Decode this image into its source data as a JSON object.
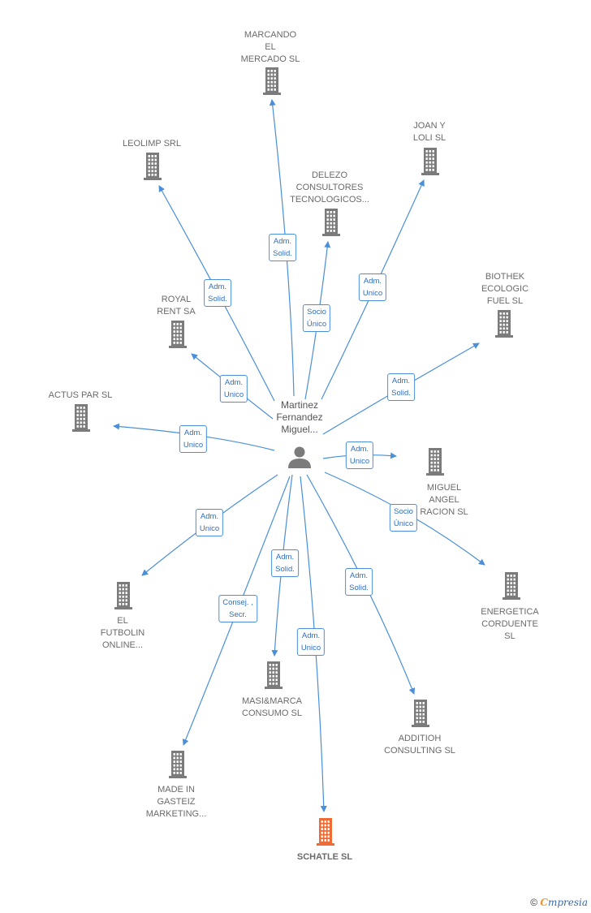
{
  "colors": {
    "edge": "#4a8fd8",
    "building": "#7b7b7b",
    "building_highlight": "#f06a35",
    "person": "#7b7b7b"
  },
  "center": {
    "label": "Martinez\nFernandez\nMiguel..."
  },
  "nodes": [
    {
      "id": "marcando",
      "label": "MARCANDO\nEL\nMERCADO  SL",
      "highlight": false
    },
    {
      "id": "leolimp",
      "label": "LEOLIMP SRL",
      "highlight": false
    },
    {
      "id": "delezo",
      "label": "DELEZO\nCONSULTORES\nTECNOLOGICOS...",
      "highlight": false
    },
    {
      "id": "joan",
      "label": "JOAN Y\nLOLI SL",
      "highlight": false
    },
    {
      "id": "biothek",
      "label": "BIOTHEK\nECOLOGIC\nFUEL SL",
      "highlight": false
    },
    {
      "id": "royal",
      "label": "ROYAL\nRENT SA",
      "highlight": false
    },
    {
      "id": "actus",
      "label": "ACTUS PAR SL",
      "highlight": false
    },
    {
      "id": "miguel",
      "label": "MIGUEL\nANGEL\nRACION SL",
      "highlight": false
    },
    {
      "id": "energetica",
      "label": "ENERGETICA\nCORDUENTE\nSL",
      "highlight": false
    },
    {
      "id": "futbolin",
      "label": "EL\nFUTBOLIN\nONLINE...",
      "highlight": false
    },
    {
      "id": "masi",
      "label": "MASI&MARCA\nCONSUMO SL",
      "highlight": false
    },
    {
      "id": "additioh",
      "label": "ADDITIOH\nCONSULTING SL",
      "highlight": false
    },
    {
      "id": "made",
      "label": "MADE IN\nGASTEIZ\nMARKETING...",
      "highlight": false
    },
    {
      "id": "schatle",
      "label": "SCHATLE  SL",
      "highlight": true
    }
  ],
  "edges": [
    {
      "to": "marcando",
      "label": "Adm.\nSolid."
    },
    {
      "to": "leolimp",
      "label": "Adm.\nSolid."
    },
    {
      "to": "delezo",
      "label": "Socio\nÚnico"
    },
    {
      "to": "joan",
      "label": "Adm.\nUnico"
    },
    {
      "to": "biothek",
      "label": "Adm.\nSolid."
    },
    {
      "to": "royal",
      "label": "Adm.\nUnico"
    },
    {
      "to": "actus",
      "label": "Adm.\nUnico"
    },
    {
      "to": "miguel",
      "label": "Adm.\nUnico"
    },
    {
      "to": "energetica",
      "label": "Socio\nÚnico"
    },
    {
      "to": "futbolin",
      "label": "Adm.\nUnico"
    },
    {
      "to": "masi",
      "label": "Adm.\nSolid."
    },
    {
      "to": "additioh",
      "label": "Adm.\nSolid."
    },
    {
      "to": "made",
      "label": "Consej. ,\nSecr."
    },
    {
      "to": "schatle",
      "label": "Adm.\nUnico"
    }
  ],
  "footer": {
    "copyright": "©",
    "brand_initial": "C",
    "brand_rest": "mpresia"
  }
}
